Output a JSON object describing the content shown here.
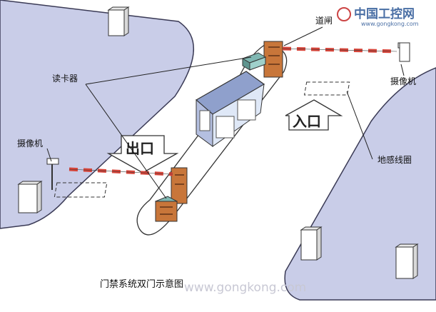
{
  "logo": {
    "brand": "中国工控网",
    "url": "www.gongkong.com"
  },
  "labels": {
    "gate": "道闸",
    "card_reader": "读卡器",
    "camera_left": "摄像机",
    "camera_right": "摄像机",
    "loop_detector": "地感线圈"
  },
  "arrows": {
    "exit": "出口",
    "entrance": "入口"
  },
  "caption": "门禁系统双门示意图",
  "watermark": "www.gongkong.com",
  "colors": {
    "ground": "#c9cde8",
    "road": "#ffffff",
    "booth_roof": "#8fa0cc",
    "booth_window": "#dfe8f7",
    "gate_post": "#c8763a",
    "barrier_red": "#d8453a",
    "reader_teal": "#7fb7b2"
  }
}
